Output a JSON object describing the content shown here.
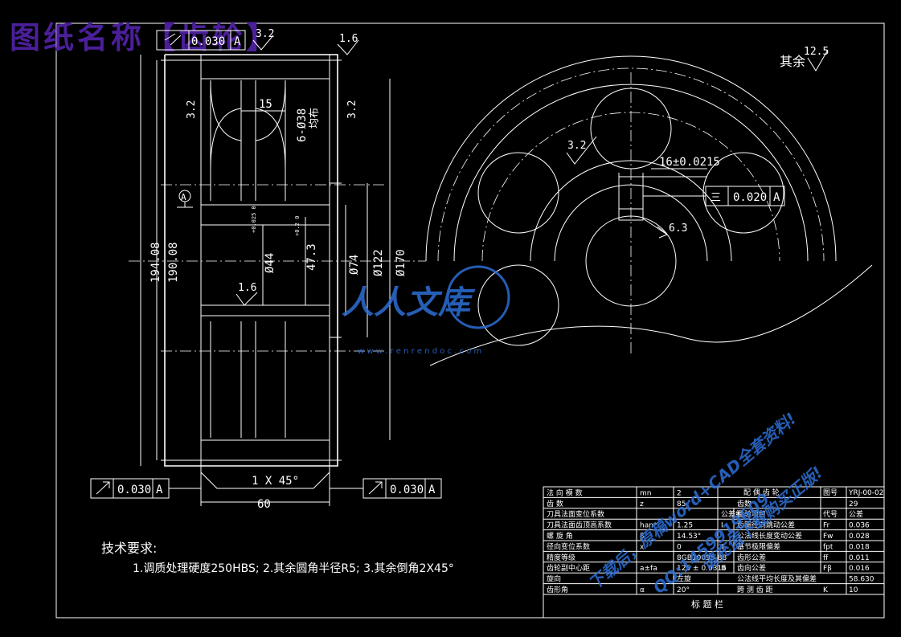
{
  "title": {
    "text": "图纸名称【齿轮】",
    "color": "#4b1f9a"
  },
  "front_view": {
    "tol_top": {
      "value": "0.030",
      "datum": "A"
    },
    "tol_left": {
      "value": "0.030",
      "datum": "A"
    },
    "tol_right": {
      "value": "0.030",
      "datum": "A"
    },
    "rough_top_1": "3.2",
    "rough_top_2": "1.6",
    "rough_left": "3.2",
    "rough_right": "3.2",
    "rough_bore": "1.6",
    "datum_label": "A",
    "dim_15": "15",
    "dim_holes": "6-Ø38",
    "dim_holes_note": "均布",
    "dim_bore": "Ø44",
    "dim_bore_tol": "+0.025 0",
    "dim_keyway": "47.3",
    "dim_keyway_tol": "+0.2 0",
    "dim_74": "Ø74",
    "dim_122": "Ø122",
    "dim_170": "Ø170",
    "dim_194": "194.08",
    "dim_190": "190.08",
    "chamfer": "1 X 45°",
    "dim_60": "60"
  },
  "side_view": {
    "rest_label": "其余",
    "rest_rough": "12.5",
    "rough_hole": "3.2",
    "key_dim": "16±0.0215",
    "key_tol": {
      "symbol": "三",
      "value": "0.020",
      "datum": "A"
    },
    "key_rough": "6.3"
  },
  "tech_req": {
    "heading": "技术要求:",
    "line": "1.调质处理硬度250HBS;  2.其余圆角半径R5;  3.其余倒角2X45°"
  },
  "params_left": [
    [
      "法    向    模    数",
      "mn",
      "2"
    ],
    [
      "齿          数",
      "z",
      "85"
    ],
    [
      "刀具法面变位系数",
      "",
      ""
    ],
    [
      "刀具法面齿顶高系数",
      "han*",
      "1.25"
    ],
    [
      "螺      旋      角",
      "β",
      "14.53°"
    ],
    [
      "径向变位系数",
      "x",
      "0"
    ],
    [
      "精度等级",
      "",
      "8GB10095-88"
    ],
    [
      "齿轮副中心距",
      "a±fa",
      "125 ± 0.0315"
    ],
    [
      "旋向",
      "",
      "左旋"
    ],
    [
      "齿形角",
      "α",
      "20°"
    ]
  ],
  "params_right_header": {
    "col1": "配 偶 齿 轮",
    "col2": "图号",
    "col3": "YRJ-00-02"
  },
  "params_right": [
    [
      "",
      "齿数",
      "",
      "29"
    ],
    [
      "公差组",
      "检验项目",
      "代号",
      "公差"
    ],
    [
      "Ⅰ",
      "齿圈径向跳动公差",
      "Fr",
      "0.036"
    ],
    [
      "",
      "公法线长度变动公差",
      "Fw",
      "0.028"
    ],
    [
      "Ⅱ",
      "基节极限偏差",
      "fpt",
      "0.018"
    ],
    [
      "",
      "齿形公差",
      "ff",
      "0.011"
    ],
    [
      "Ⅲ",
      "齿向公差",
      "Fβ",
      "0.016"
    ],
    [
      "",
      "公法线平均长度及其偏差",
      "",
      "58.630"
    ],
    [
      "",
      "跨 测 齿 距",
      "K",
      "10"
    ]
  ],
  "table_footer": "标    题    栏",
  "watermark": {
    "logo": "人人文库",
    "url": "w w w . r e n r e n d o c . c o m",
    "line1": "下载后，原稿word+CAD全套资料!",
    "line2": "QQ:1459919609",
    "line3": "请充值下载购买正版!",
    "color": "#2d6fd6"
  }
}
